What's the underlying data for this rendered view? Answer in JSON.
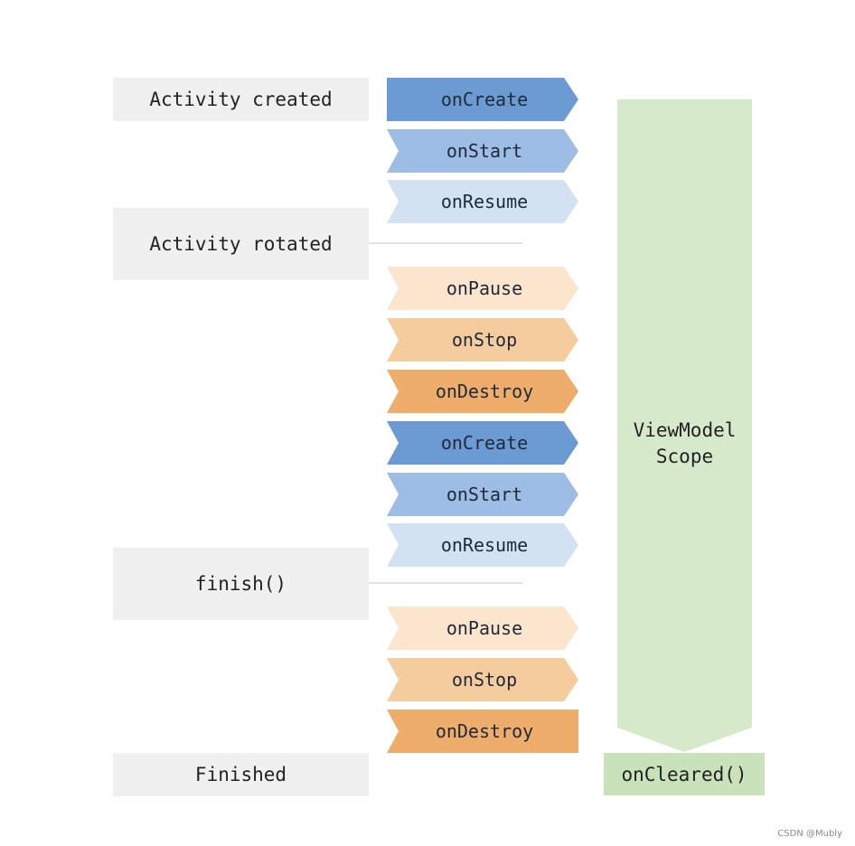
{
  "events": {
    "activity_created": "Activity created",
    "activity_rotated": "Activity rotated",
    "finish": "finish()",
    "finished": "Finished"
  },
  "stages": [
    {
      "label": "onCreate",
      "color": "#6b9bd2"
    },
    {
      "label": "onStart",
      "color": "#9dbde4"
    },
    {
      "label": "onResume",
      "color": "#d3e2f3"
    },
    {
      "label": "onPause",
      "color": "#fbe5cc"
    },
    {
      "label": "onStop",
      "color": "#f5cc9e"
    },
    {
      "label": "onDestroy",
      "color": "#efad6b"
    },
    {
      "label": "onCreate",
      "color": "#6b9bd2"
    },
    {
      "label": "onStart",
      "color": "#9dbde4"
    },
    {
      "label": "onResume",
      "color": "#d3e2f3"
    },
    {
      "label": "onPause",
      "color": "#fbe5cc"
    },
    {
      "label": "onStop",
      "color": "#f5cc9e"
    },
    {
      "label": "onDestroy",
      "color": "#efad6b"
    }
  ],
  "viewmodel": {
    "scope_line1": "ViewModel",
    "scope_line2": "Scope",
    "color": "#d6e9cb",
    "cleared_label": "onCleared()"
  },
  "credit": "CSDN @Mubly"
}
